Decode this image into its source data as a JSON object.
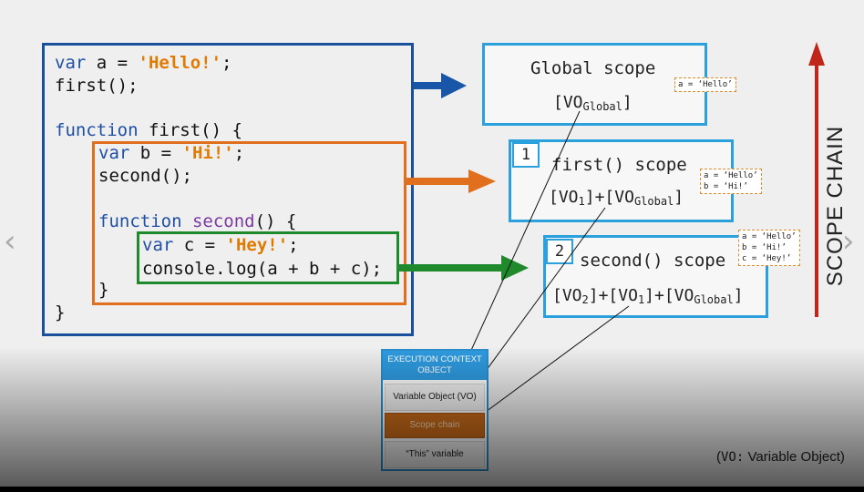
{
  "code": {
    "lines": [
      [
        "var",
        " a = ",
        "'Hello!'",
        ";"
      ],
      [
        "",
        "first();",
        "",
        ""
      ],
      [
        "function",
        " ",
        "first",
        "() {"
      ],
      [
        "var",
        " b = ",
        "'Hi!'",
        ";"
      ],
      [
        "",
        "second();",
        "",
        ""
      ],
      [
        "function",
        " ",
        "second",
        "() {"
      ],
      [
        "var",
        " c = ",
        "'Hey!'",
        ";"
      ],
      [
        "",
        "console.log(a + b + c);",
        "",
        ""
      ],
      [
        "",
        "}",
        "",
        ""
      ],
      [
        "",
        "}",
        "",
        ""
      ]
    ]
  },
  "scopes": {
    "global": {
      "title": "Global scope",
      "chain_prefix": "[VO",
      "chain_sub": "Global",
      "chain_suffix": "]",
      "note": "a = ‘Hello’"
    },
    "first": {
      "badge": "1",
      "title": "first() scope",
      "chain": [
        "[VO",
        "1",
        "]+[VO",
        "Global",
        "]"
      ],
      "note": "a = ‘Hello’\nb = ‘Hi!’"
    },
    "second": {
      "badge": "2",
      "title": "second() scope",
      "chain": [
        "[VO",
        "2",
        "]+[VO",
        "1",
        "]+[VO",
        "Global",
        "]"
      ],
      "note": "a = ‘Hello’\nb = ‘Hi!’\nc = ‘Hey!’"
    }
  },
  "execution_context": {
    "header": "EXECUTION CONTEXT OBJECT",
    "rows": [
      "Variable Object (VO)",
      "Scope chain",
      "“This” variable"
    ]
  },
  "scope_chain_label": "SCOPE CHAIN",
  "legend": {
    "prefix": "(",
    "mono": "VO:",
    "text": " Variable Object)"
  },
  "nav": {
    "prev": "‹",
    "next": "›"
  },
  "colors": {
    "outer_box": "#1a4f9c",
    "first_box": "#e0701e",
    "second_box": "#1e8a2c",
    "scope_box": "#2aa0dc",
    "scope_chain_arrow": "#c0271b"
  }
}
